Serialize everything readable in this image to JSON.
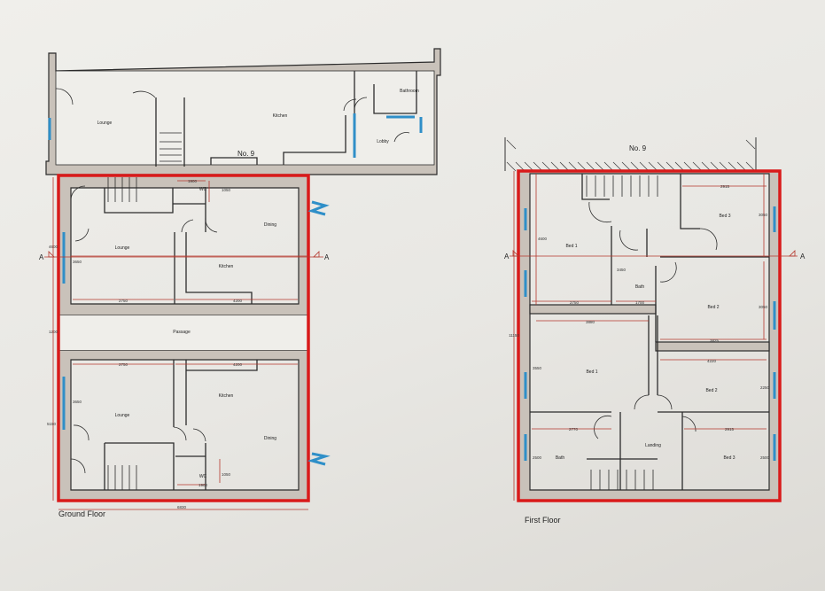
{
  "neighbour": {
    "label": "No. 9"
  },
  "ground_floor": {
    "title": "Ground Floor",
    "neighbour_rooms": [
      "Lounge",
      "Kitchen",
      "Bathroom",
      "Lobby"
    ],
    "upper_unit": {
      "rooms": {
        "lounge": "Lounge",
        "kitchen": "Kitchen",
        "dining": "Dining",
        "wc": "WC"
      },
      "dims": {
        "lounge_w": "2750",
        "kitchen_w": "4200",
        "wc_w": "1900",
        "wc_h": "1050",
        "lounge_h": "3650",
        "height_left": "4600"
      }
    },
    "passage": {
      "label": "Passage",
      "dim": "1200"
    },
    "lower_unit": {
      "rooms": {
        "lounge": "Lounge",
        "kitchen": "Kitchen",
        "dining": "Dining",
        "wc": "WC"
      },
      "dims": {
        "lounge_w": "2750",
        "kitchen_w": "4200",
        "wc_w": "1900",
        "wc_h": "1050",
        "lounge_h": "3650",
        "height_left": "5150"
      }
    },
    "overall_width": "6830",
    "section_marker": "A"
  },
  "first_floor": {
    "title": "First Floor",
    "neighbour_label": "No. 9",
    "rooms": {
      "bed1_top": "Bed 1",
      "bath_top": "Bath",
      "bed3_top": "Bed 3",
      "bed2_top": "Bed 2",
      "bed1_bottom": "Bed 1",
      "bed2_bottom": "Bed 2",
      "landing": "Landing",
      "bath_bottom": "Bath",
      "bed3_bottom": "Bed 3"
    },
    "dims": {
      "bed1_top_w": "2750",
      "bed1_top_h": "4600",
      "bath_top_w": "1700",
      "bath_top_h": "3450",
      "bed3_top_w": "2915",
      "bed3_top_h": "3050",
      "bed2_top_w": "3825",
      "bed2_top_h": "3050",
      "bed1_bottom_w": "3880",
      "bed1_bottom_h": "3550",
      "bed2_bottom_w": "4220",
      "bed2_bottom_h": "2250",
      "bath_bottom_w": "2770",
      "bath_bottom_h": "2500",
      "bed3_bottom_w": "2915",
      "bed3_bottom_h": "2500",
      "overall_height": "11150"
    },
    "section_marker": "A"
  },
  "colors": {
    "outline_red": "#d91a1a",
    "wall_fill": "#c9c2ba",
    "window_blue": "#2f8fc8",
    "dimension": "#b5372d"
  }
}
